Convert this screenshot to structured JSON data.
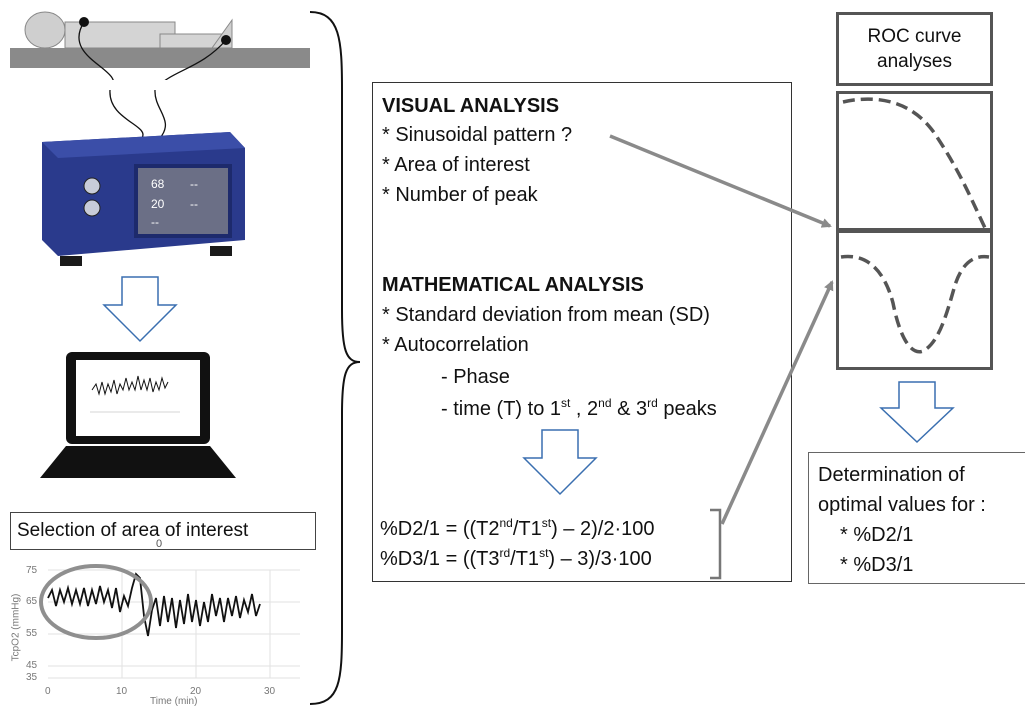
{
  "roc": {
    "title_line1": "ROC curve",
    "title_line2": "analyses"
  },
  "visual": {
    "heading": "VISUAL ANALYSIS",
    "items": [
      "* Sinusoidal pattern ?",
      "* Area of interest",
      "* Number of peak"
    ]
  },
  "math": {
    "heading": "MATHEMATICAL ANALYSIS",
    "items": [
      "* Standard deviation from mean (SD)",
      "* Autocorrelation"
    ],
    "sub_phase": "- Phase",
    "sub_time_prefix": "- time (T) to 1",
    "sub_time_st": "st",
    "sub_time_mid": " , 2",
    "sub_time_nd": "nd",
    "sub_time_and": " & 3",
    "sub_time_rd": "rd",
    "sub_time_suffix": " peaks"
  },
  "formulas": {
    "f1_a": "%D2/1 = ((T2",
    "f1_sup1": "nd",
    "f1_b": "/T1",
    "f1_sup2": "st",
    "f1_c": ") – 2)/2·100",
    "f2_a": "%D3/1 = ((T3",
    "f2_sup1": "rd",
    "f2_b": "/T1",
    "f2_sup2": "st",
    "f2_c": ") – 3)/3·100"
  },
  "determination": {
    "line1": "Determination of",
    "line2": "optimal values for :",
    "item1": "* %D2/1",
    "item2": "* %D3/1"
  },
  "device": {
    "readout1": "68",
    "readout2": "20",
    "readout3": "--",
    "dash": "--"
  },
  "selection": {
    "label": "Selection of area of interest"
  },
  "tcpo2_chart": {
    "ylabel": "TcpO2 (mmHg)",
    "xlabel": "Time (min)",
    "yticks": [
      "75",
      "65",
      "55",
      "45",
      "35"
    ],
    "xticks": [
      "0",
      "10",
      "20",
      "30"
    ],
    "top_label": "0"
  },
  "colors": {
    "arrow_gray": "#8a8a8a",
    "device_blue": "#2a3a8c",
    "hollow_arrow": "#3a6fb0",
    "circle_gray": "#8f8f8f"
  }
}
